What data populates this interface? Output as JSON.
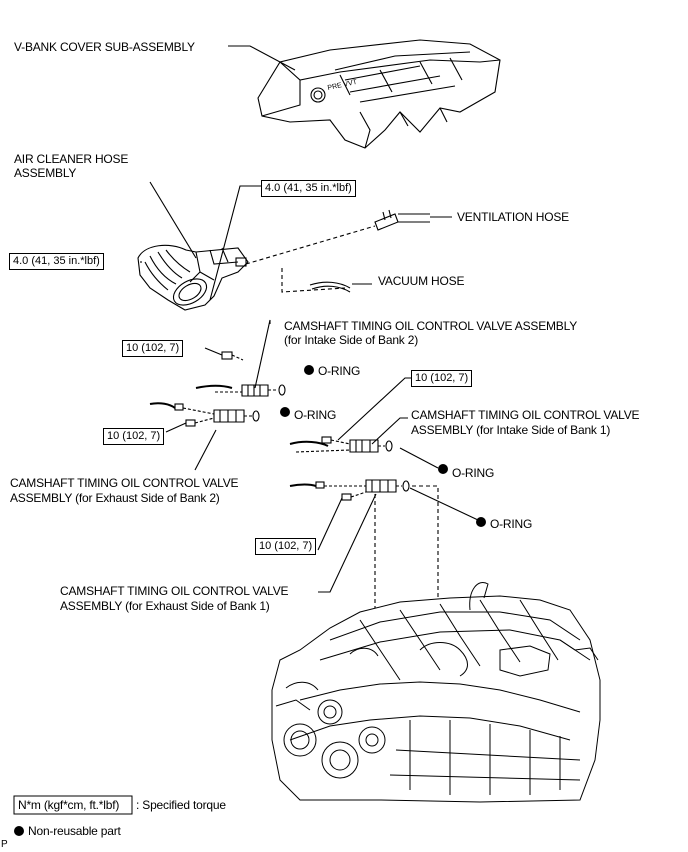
{
  "labels": {
    "vbank_cover": "V-BANK COVER SUB-ASSEMBLY",
    "air_cleaner_l1": "AIR CLEANER HOSE",
    "air_cleaner_l2": "ASSEMBLY",
    "ventilation_hose": "VENTILATION HOSE",
    "vacuum_hose": "VACUUM HOSE",
    "ocv_intake_b2_l1": "CAMSHAFT TIMING OIL CONTROL VALVE ASSEMBLY",
    "ocv_intake_b2_l2": "(for Intake Side of Bank 2)",
    "ocv_intake_b1_l1": "CAMSHAFT TIMING OIL CONTROL VALVE",
    "ocv_intake_b1_l2": "ASSEMBLY  (for Intake Side of Bank 1)",
    "ocv_exhaust_b2_l1": "CAMSHAFT TIMING OIL CONTROL VALVE",
    "ocv_exhaust_b2_l2": "ASSEMBLY  (for Exhaust Side of Bank 2)",
    "ocv_exhaust_b1_l1": "CAMSHAFT TIMING OIL CONTROL VALVE",
    "ocv_exhaust_b1_l2": "ASSEMBLY  (for Exhaust Side of Bank 1)",
    "o_ring": "O-RING"
  },
  "torques": {
    "hose_clamp_upper": "4.0 (41, 35 in.*lbf)",
    "hose_clamp_left": "4.0 (41, 35 in.*lbf)",
    "bolt_intake_b2": "10 (102, 7)",
    "bolt_exhaust_b2": "10 (102, 7)",
    "bolt_intake_b1": "10 (102, 7)",
    "bolt_exhaust_b1": "10 (102, 7)"
  },
  "cover_text": "PRE VVT",
  "legend": {
    "torque_unit": "N*m (kgf*cm, ft.*lbf)",
    "torque_desc": ": Specified torque",
    "nonreusable_desc": "Non-reusable part"
  },
  "footer_mark": "P"
}
